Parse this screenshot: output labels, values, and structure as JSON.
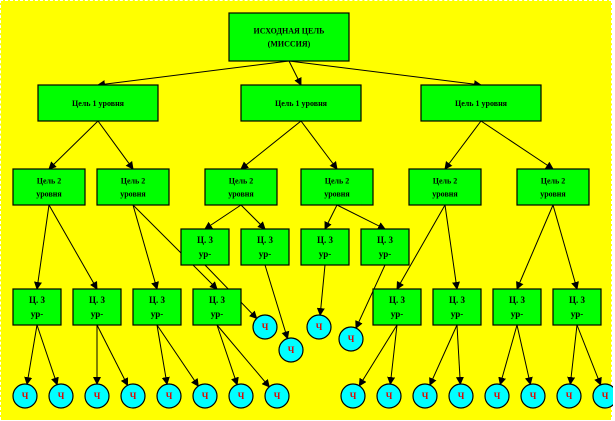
{
  "diagram": {
    "title": "Дерево целей",
    "colors": {
      "background": "#ffff00",
      "goal_box": "#00ff00",
      "leaf_circle": "#00ffff",
      "leaf_text": "#e00000",
      "line": "#000000"
    },
    "root": {
      "id": "root",
      "lines": [
        "ИСХОДНАЯ ЦЕЛЬ",
        "(МИССИЯ)"
      ]
    },
    "level1": [
      {
        "id": "l1a",
        "parent": "root",
        "lines": [
          "Цель 1 уровня"
        ]
      },
      {
        "id": "l1b",
        "parent": "root",
        "lines": [
          "Цель 1 уровня"
        ]
      },
      {
        "id": "l1c",
        "parent": "root",
        "lines": [
          "Цель 1 уровня"
        ]
      }
    ],
    "level2": [
      {
        "id": "l2a",
        "parent": "l1a",
        "lines": [
          "Цель 2",
          "уровня"
        ]
      },
      {
        "id": "l2b",
        "parent": "l1a",
        "lines": [
          "Цель 2",
          "уровня"
        ]
      },
      {
        "id": "l2c",
        "parent": "l1b",
        "lines": [
          "Цель 2",
          "уровня"
        ]
      },
      {
        "id": "l2d",
        "parent": "l1b",
        "lines": [
          "Цель 2",
          "уровня"
        ]
      },
      {
        "id": "l2e",
        "parent": "l1c",
        "lines": [
          "Цель 2",
          "уровня"
        ]
      },
      {
        "id": "l2f",
        "parent": "l1c",
        "lines": [
          "Цель 2",
          "уровня"
        ]
      }
    ],
    "level3": [
      {
        "id": "l3a",
        "parent": "l2a",
        "lines": [
          "Ц. 3",
          "ур-"
        ]
      },
      {
        "id": "l3b",
        "parent": "l2a",
        "lines": [
          "Ц. 3",
          "ур-"
        ]
      },
      {
        "id": "l3c",
        "parent": "l2b",
        "lines": [
          "Ц. 3",
          "ур-"
        ]
      },
      {
        "id": "l3d",
        "parent": "l2b",
        "lines": [
          "Ц. 3",
          "ур-"
        ]
      },
      {
        "id": "l3e",
        "parent": "l2c",
        "lines": [
          "Ц. 3",
          "ур-"
        ]
      },
      {
        "id": "l3f",
        "parent": "l2c",
        "lines": [
          "Ц. 3",
          "ур-"
        ]
      },
      {
        "id": "l3g",
        "parent": "l2d",
        "lines": [
          "Ц. 3",
          "ур-"
        ]
      },
      {
        "id": "l3h",
        "parent": "l2d",
        "lines": [
          "Ц. 3",
          "ур-"
        ]
      },
      {
        "id": "l3i",
        "parent": "l2e",
        "lines": [
          "Ц. 3",
          "ур-"
        ]
      },
      {
        "id": "l3j",
        "parent": "l2e",
        "lines": [
          "Ц. 3",
          "ур-"
        ]
      },
      {
        "id": "l3k",
        "parent": "l2f",
        "lines": [
          "Ц. 3",
          "ур-"
        ]
      },
      {
        "id": "l3l",
        "parent": "l2f",
        "lines": [
          "Ц. 3",
          "ур-"
        ]
      }
    ],
    "leaves": [
      {
        "parent": "l3a",
        "label": "Ч"
      },
      {
        "parent": "l3a",
        "label": "Ч"
      },
      {
        "parent": "l3b",
        "label": "Ч"
      },
      {
        "parent": "l3b",
        "label": "Ч"
      },
      {
        "parent": "l3c",
        "label": "Ч"
      },
      {
        "parent": "l3c",
        "label": "Ч"
      },
      {
        "parent": "l3d",
        "label": "Ч"
      },
      {
        "parent": "l3d",
        "label": "Ч"
      },
      {
        "parent": "l3e",
        "label": "Ч"
      },
      {
        "parent": "l3f",
        "label": "Ч"
      },
      {
        "parent": "l3g",
        "label": "Ч"
      },
      {
        "parent": "l3h",
        "label": "Ч"
      },
      {
        "parent": "l3i",
        "label": "Ч"
      },
      {
        "parent": "l3i",
        "label": "Ч"
      },
      {
        "parent": "l3j",
        "label": "Ч"
      },
      {
        "parent": "l3j",
        "label": "Ч"
      },
      {
        "parent": "l3k",
        "label": "Ч"
      },
      {
        "parent": "l3k",
        "label": "Ч"
      },
      {
        "parent": "l3l",
        "label": "Ч"
      },
      {
        "parent": "l3l",
        "label": "Ч"
      }
    ]
  }
}
